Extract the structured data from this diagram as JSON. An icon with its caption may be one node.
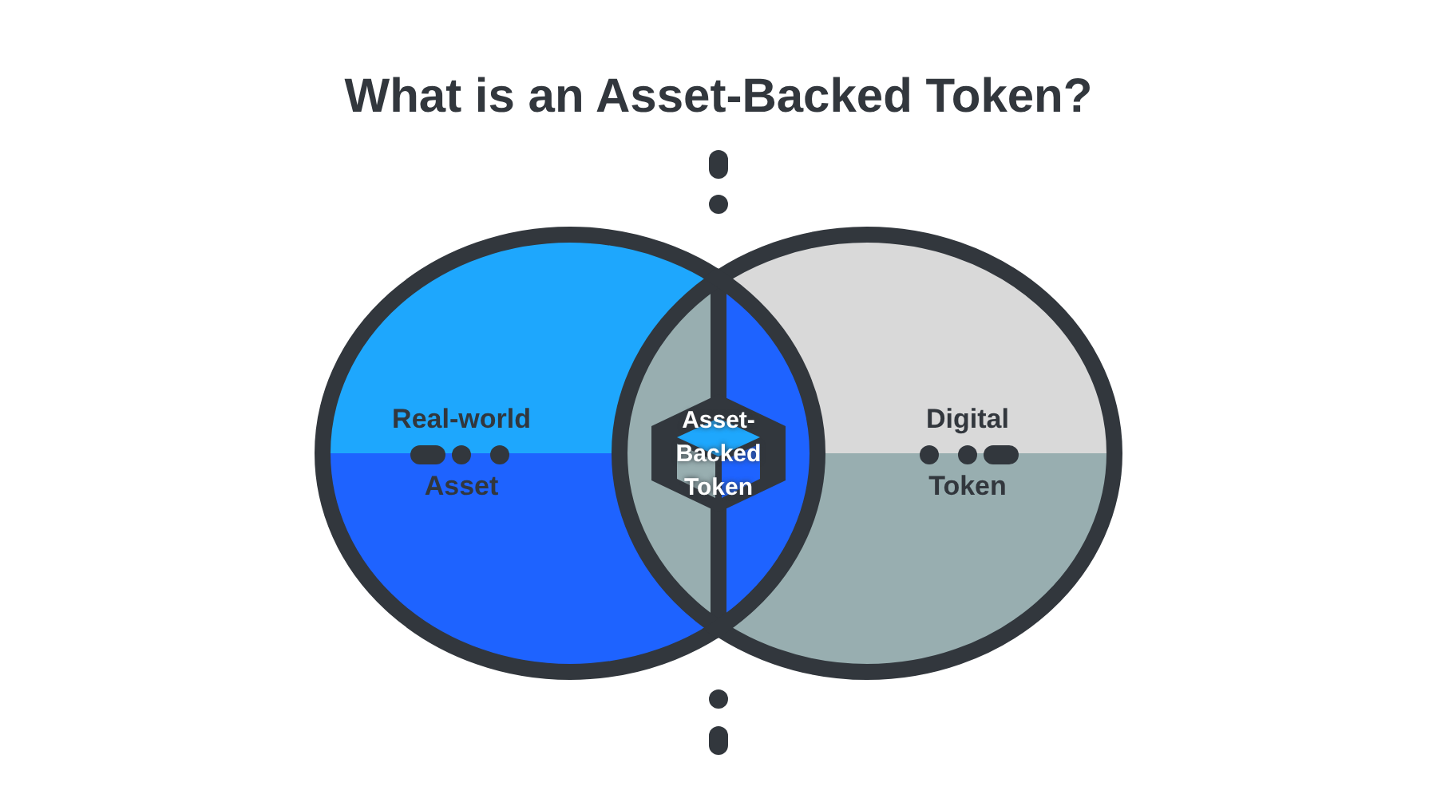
{
  "diagram": {
    "title": "What is an Asset-Backed Token?",
    "nodes": [
      {
        "text": [
          "Real-world",
          "Asset"
        ]
      },
      {
        "text": [
          "Digital",
          "Token"
        ]
      },
      {
        "text": [
          "Asset-Backed Token"
        ]
      }
    ]
  }
}
